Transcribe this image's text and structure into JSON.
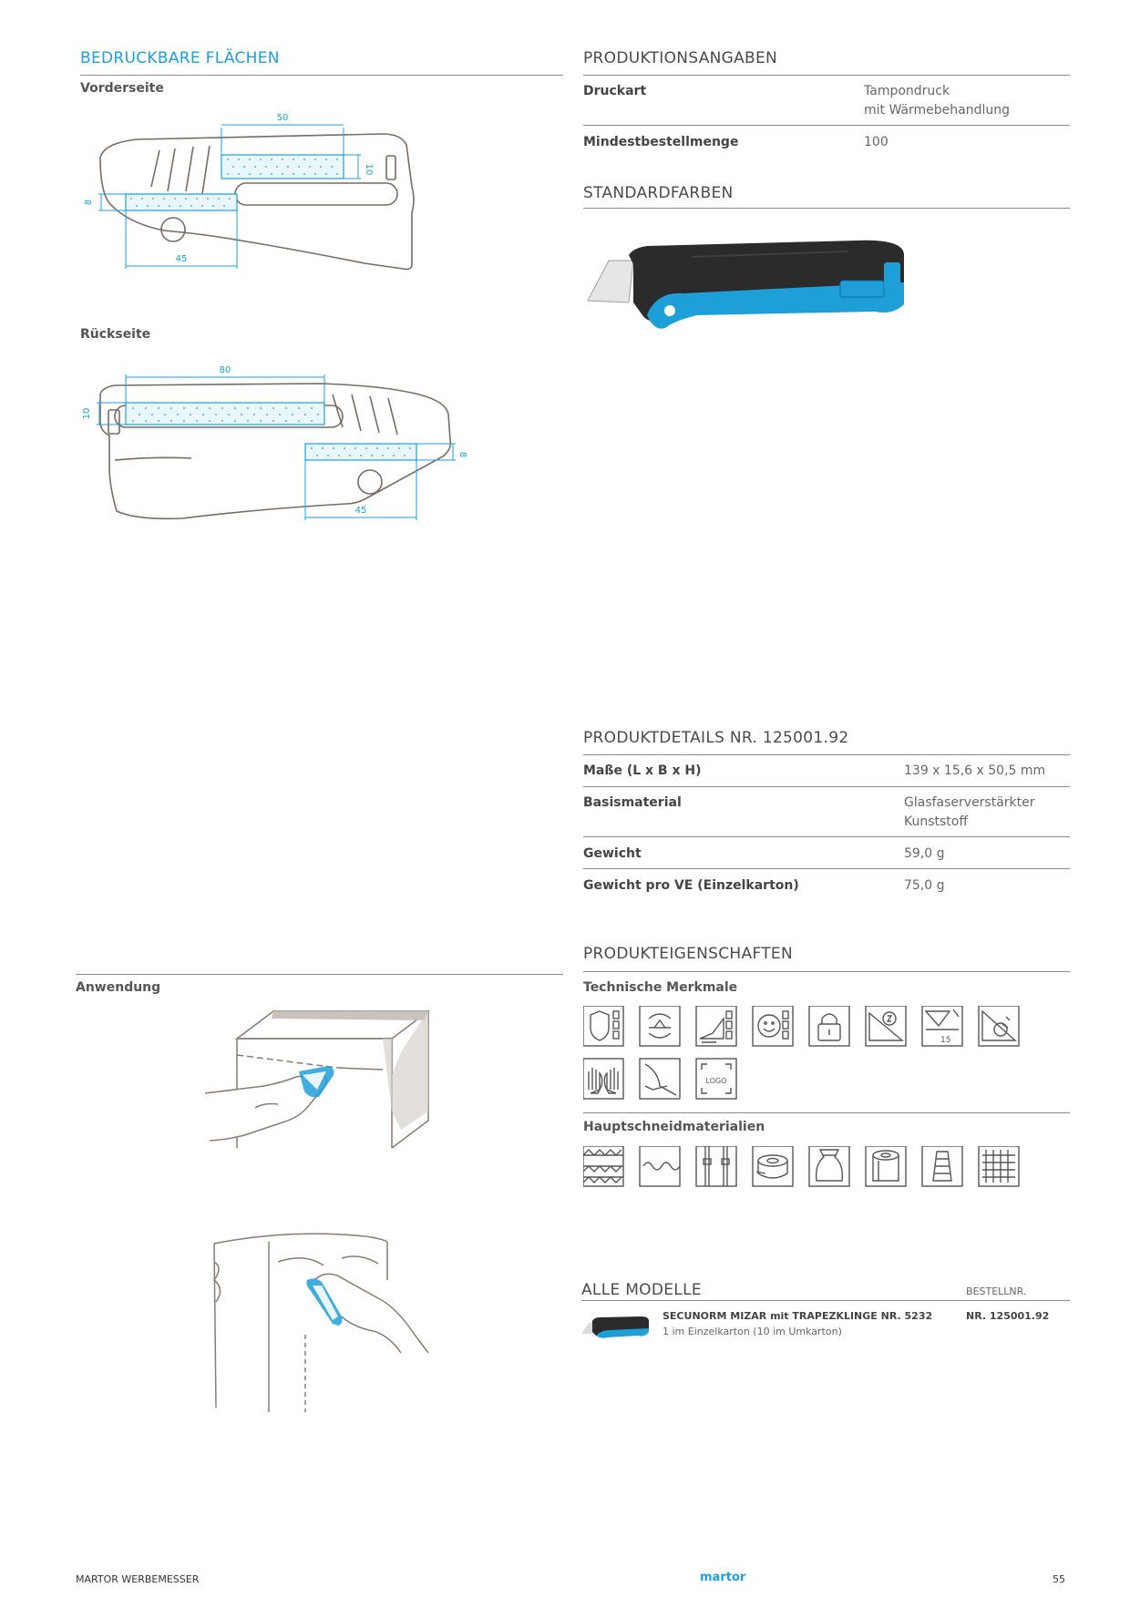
{
  "left": {
    "title": "BEDRUCKBARE FLÄCHEN",
    "front_label": "Vorderseite",
    "back_label": "Rückseite",
    "front_dims": {
      "top_width": "50",
      "top_height": "10",
      "left_height": "8",
      "bottom_width": "45"
    },
    "back_dims": {
      "top_width": "80",
      "left_height": "10",
      "right_height": "8",
      "bottom_width": "45"
    },
    "application_label": "Anwendung"
  },
  "production": {
    "title": "PRODUKTIONSANGABEN",
    "rows": [
      {
        "label": "Druckart",
        "value": "Tampondruck\nmit Wärmebehandlung"
      },
      {
        "label": "Mindestbestellmenge",
        "value": "100"
      }
    ]
  },
  "colors": {
    "title": "STANDARDFARBEN",
    "knife_body": "#2b2b2b",
    "knife_accent": "#1e9fd8"
  },
  "details": {
    "title": "PRODUKTDETAILS NR. 125001.92",
    "rows": [
      {
        "label": "Maße (L x B x H)",
        "value": "139 x 15,6 x 50,5 mm"
      },
      {
        "label": "Basismaterial",
        "value": "Glasfaserverstärkter\nKunststoff"
      },
      {
        "label": "Gewicht",
        "value": "59,0 g"
      },
      {
        "label": "Gewicht pro VE (Einzelkarton)",
        "value": "75,0 g"
      }
    ]
  },
  "properties": {
    "title": "PRODUKTEIGENSCHAFTEN",
    "technical_label": "Technische Merkmale",
    "technical_icons": [
      "shield-safety-icon",
      "blade-retract-icon",
      "hand-cut-icon",
      "ergonomic-face-icon",
      "lock-icon",
      "blade-change-icon",
      "cut-depth-icon",
      "blade-type-icon",
      "left-right-hand-icon",
      "film-cutter-icon",
      "logo-print-icon"
    ],
    "icon_15": "15",
    "icon_logo": "LOGO",
    "materials_label": "Hauptschneidmaterialien",
    "material_icons": [
      "cardboard-icon",
      "corrugated-icon",
      "straps-icon",
      "tape-icon",
      "bag-icon",
      "paper-roll-icon",
      "thread-icon",
      "mesh-icon"
    ]
  },
  "models": {
    "title": "ALLE MODELLE",
    "order_header": "BESTELLNR.",
    "items": [
      {
        "name": "SECUNORM MIZAR mit TRAPEZKLINGE NR. 5232",
        "packaging": "1 im Einzelkarton (10 im Umkarton)",
        "order_no": "NR. 125001.92"
      }
    ]
  },
  "footer": {
    "left": "MARTOR WERBEMESSER",
    "brand": "martor",
    "page": "55"
  }
}
